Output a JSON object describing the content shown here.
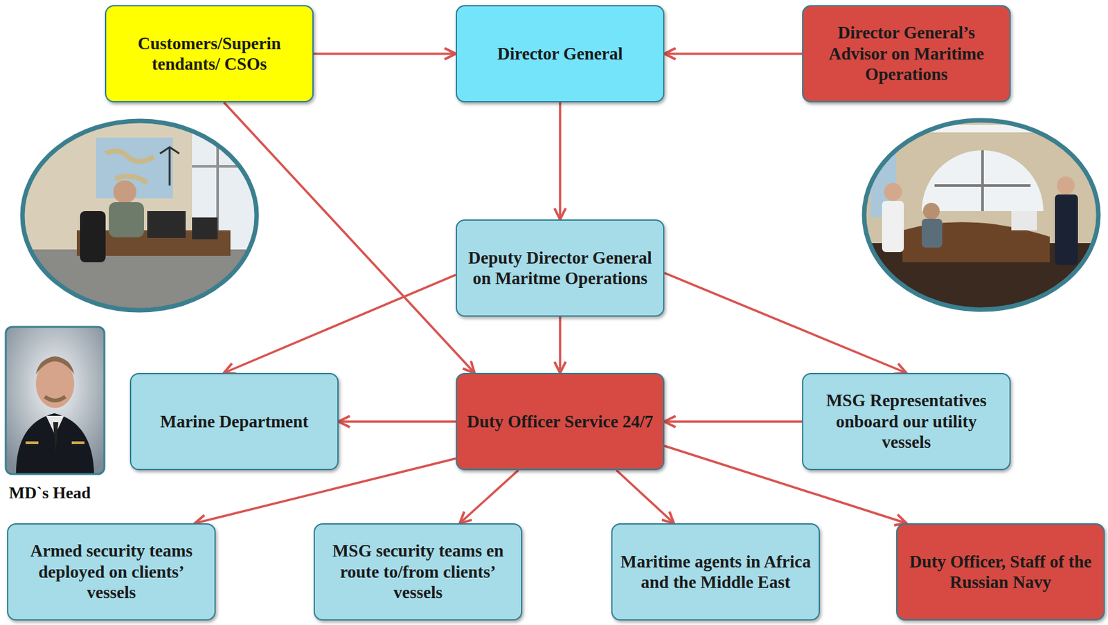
{
  "diagram": {
    "nodes": [
      {
        "text": [
          "Customers/Superin tendants/ CSOs"
        ]
      },
      {
        "text": [
          "Director General"
        ]
      },
      {
        "text": [
          "Director General’s Advisor on Maritime Operations"
        ]
      },
      {
        "text": [
          "Deputy Director General on Maritme Operations"
        ]
      },
      {
        "text": [
          "Marine Department"
        ]
      },
      {
        "text": [
          "Duty Officer Service 24/7"
        ]
      },
      {
        "text": [
          "MSG Representatives onboard our utility vessels"
        ]
      },
      {
        "text": [
          "Armed security teams deployed on clients’ vessels"
        ]
      },
      {
        "text": [
          "MSG security teams en route to/from clients’ vessels"
        ]
      },
      {
        "text": [
          "Maritime agents in Africa and the Middle East"
        ]
      },
      {
        "text": [
          "Duty Officer, Staff of the Russian Navy"
        ]
      }
    ],
    "edges": [
      {
        "from": 0,
        "to": 1,
        "arrow": "to"
      },
      {
        "from": 2,
        "to": 1,
        "arrow": "to"
      },
      {
        "from": 1,
        "to": 3,
        "arrow": "to"
      },
      {
        "from": 0,
        "to": 5,
        "arrow": "to"
      },
      {
        "from": 3,
        "to": 4,
        "arrow": "to"
      },
      {
        "from": 3,
        "to": 5,
        "arrow": "to"
      },
      {
        "from": 3,
        "to": 6,
        "arrow": "to"
      },
      {
        "from": 5,
        "to": 4,
        "arrow": "to"
      },
      {
        "from": 6,
        "to": 5,
        "arrow": "to"
      },
      {
        "from": 5,
        "to": 7,
        "arrow": "to"
      },
      {
        "from": 5,
        "to": 8,
        "arrow": "to"
      },
      {
        "from": 5,
        "to": 9,
        "arrow": "to"
      },
      {
        "from": 5,
        "to": 10,
        "arrow": "to"
      }
    ],
    "labels": [
      "MD`s Head"
    ]
  }
}
